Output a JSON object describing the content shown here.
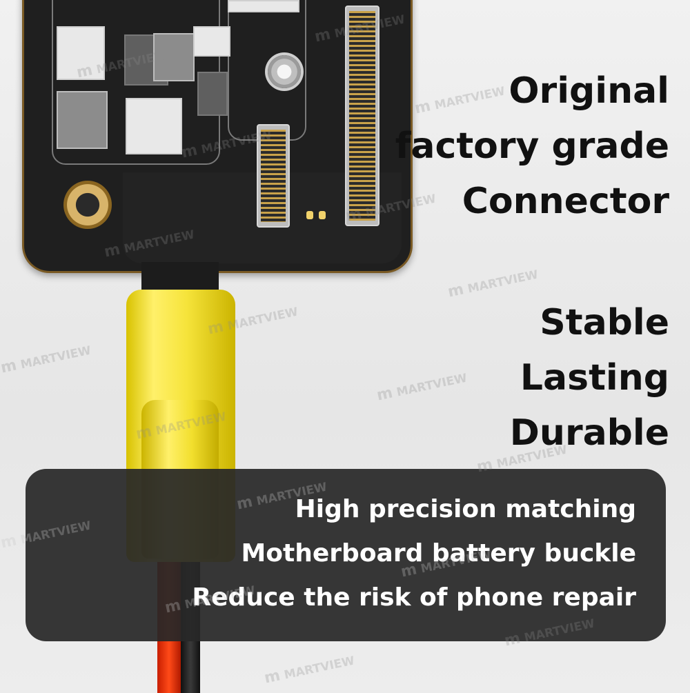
{
  "headline_1": [
    "Original",
    "factory grade",
    "Connector"
  ],
  "headline_2": [
    "Stable",
    "Lasting",
    "Durable"
  ],
  "features": [
    "High precision matching",
    "Motherboard battery buckle",
    "Reduce the risk of phone repair"
  ],
  "watermark": "MARTVIEW",
  "watermark_logo": "m",
  "colors": {
    "background": "#ececec",
    "pcb": "#1f1f1f",
    "sleeve": "#f6e43b",
    "wire_red": "#ff4a18",
    "wire_black": "#1a1a1a",
    "panel": "#282828",
    "headline_text": "#111111",
    "panel_text": "#ffffff"
  }
}
